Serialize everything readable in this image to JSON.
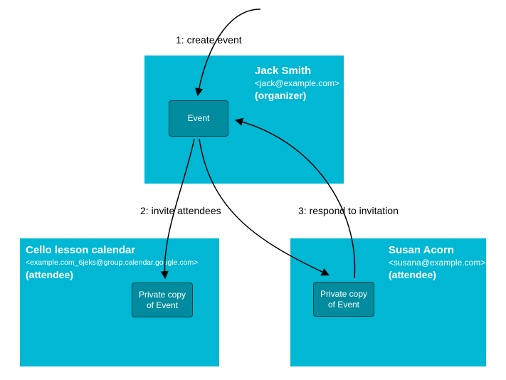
{
  "diagram": {
    "boxes": {
      "organizer": {
        "name": "Jack Smith",
        "email": "<jack@example.com>",
        "role": "(organizer)",
        "node_label": "Event"
      },
      "attendee_calendar": {
        "name": "Cello lesson calendar",
        "email": "<example.com_6jeks@group.calendar.google.com>",
        "role": "(attendee)",
        "node_label": "Private copy\nof Event"
      },
      "attendee_susan": {
        "name": "Susan Acorn",
        "email": "<susana@example.com>",
        "role": "(attendee)",
        "node_label": "Private copy\nof Event"
      }
    },
    "arrow_labels": {
      "step1": "1: create event",
      "step2": "2: invite attendees",
      "step3": "3: respond to invitation"
    },
    "colors": {
      "box": "#00b8d4",
      "node": "#008c9e",
      "arrow": "#000000",
      "text": "#ffffff"
    }
  }
}
